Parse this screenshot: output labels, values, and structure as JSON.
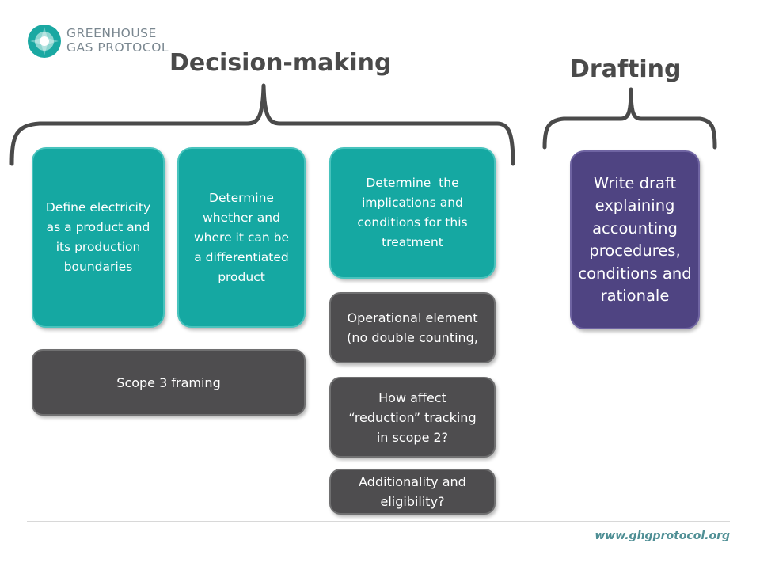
{
  "logo": {
    "line1": "GREENHOUSE",
    "line2": "GAS PROTOCOL",
    "icon": "ghg-protocol-logo-icon",
    "colors": {
      "mark": "#1aa8a2",
      "text": "#7a8790"
    }
  },
  "headings": {
    "decision_making": "Decision-making",
    "drafting": "Drafting"
  },
  "steps": {
    "define": "Define electricity as a product and its production boundaries",
    "determine_differentiated": "Determine whether and where it can be a differentiated product",
    "determine_implications": "Determine  the implications and conditions for this treatment",
    "write_draft": "Write draft explaining accounting procedures, conditions and rationale"
  },
  "sub_items": {
    "scope3": "Scope 3 framing",
    "operational": "Operational element (no double counting,",
    "reduction": "How affect “reduction” tracking in scope 2?",
    "additionality": "Additionality and eligibility?"
  },
  "footer": {
    "website": "www.ghgprotocol.org"
  },
  "colors": {
    "teal": "#15a8a2",
    "gray": "#4e4d4f",
    "purple": "#4f4482",
    "brace": "#4a4a4a",
    "heading": "#4a4a4a",
    "website": "#4f8f95"
  }
}
